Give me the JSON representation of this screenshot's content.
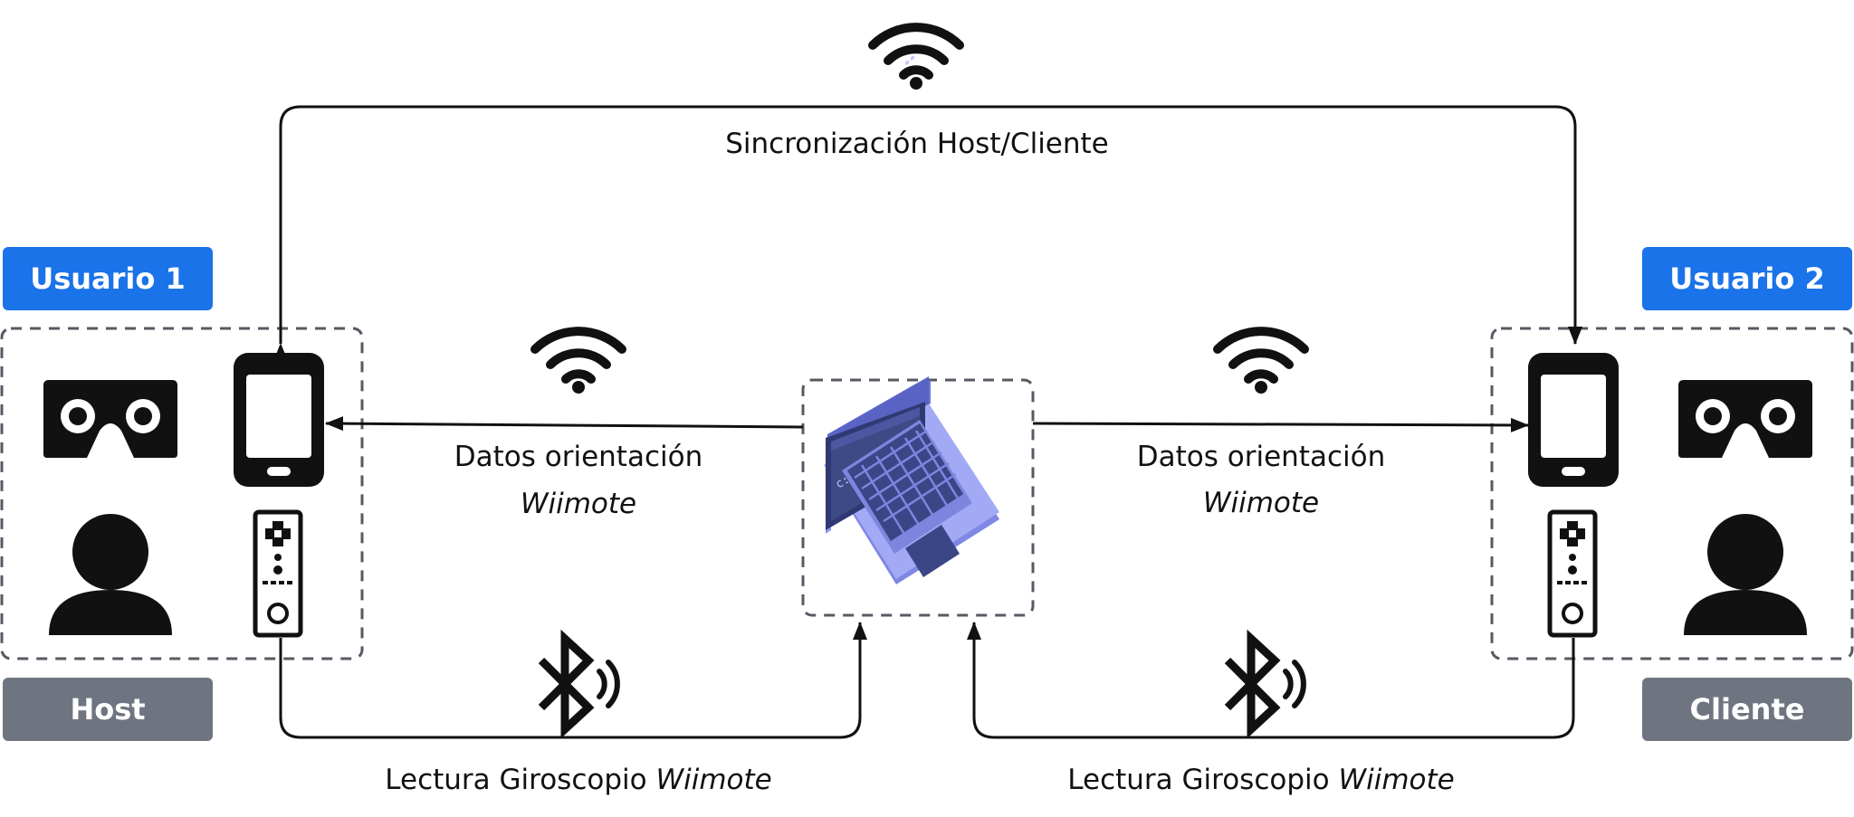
{
  "colors": {
    "user_badge": "#1A73E8",
    "role_badge": "#6F7580",
    "line": "#111111",
    "dashed_box": "#555A63",
    "laptop_body": "#9FA6F2",
    "laptop_screen": "#3E4A86",
    "laptop_keys": "#3A4686"
  },
  "top_link": {
    "label": "Sincronización Host/Cliente"
  },
  "left_link": {
    "line1": "Datos orientación",
    "line2": "Wiimote"
  },
  "right_link": {
    "line1": "Datos orientación",
    "line2": "Wiimote"
  },
  "bottom_left": {
    "text": "Lectura Giroscopio ",
    "italic": "Wiimote"
  },
  "bottom_right": {
    "text": "Lectura Giroscopio ",
    "italic": "Wiimote"
  },
  "user1": {
    "label": "Usuario 1",
    "role": "Host"
  },
  "user2": {
    "label": "Usuario 2",
    "role": "Cliente"
  },
  "laptop_screen_text": "c:\\>_",
  "icons": [
    "wifi-icon",
    "bluetooth-icon",
    "vr-headset-icon",
    "smartphone-icon",
    "user-icon",
    "wiimote-icon",
    "laptop-icon"
  ]
}
